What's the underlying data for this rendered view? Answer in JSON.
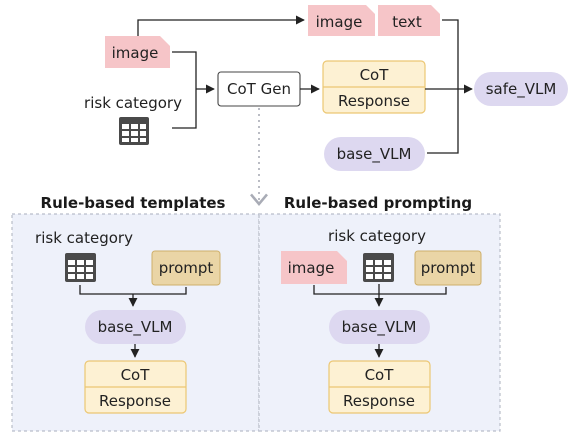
{
  "top": {
    "image_label": "image",
    "risk_category_label": "risk category",
    "cot_gen_label": "CoT Gen",
    "cot_response_line1": "CoT",
    "cot_response_line2": "Response",
    "out_image_label": "image",
    "out_text_label": "text",
    "safe_vlm_label": "safe_VLM",
    "base_vlm_label": "base_VLM"
  },
  "left_panel": {
    "title": "Rule-based templates",
    "risk_category_label": "risk category",
    "prompt_label": "prompt",
    "base_vlm_label": "base_VLM",
    "cot_response_line1": "CoT",
    "cot_response_line2": "Response"
  },
  "right_panel": {
    "title": "Rule-based prompting",
    "risk_category_label": "risk category",
    "image_label": "image",
    "prompt_label": "prompt",
    "base_vlm_label": "base_VLM",
    "cot_response_line1": "CoT",
    "cot_response_line2": "Response"
  },
  "colors": {
    "image_pink": "#f6c5c8",
    "cot_yellow_fill": "#fdf1d3",
    "cot_yellow_stroke": "#ecc773",
    "vlm_purple": "#ddd8f0",
    "prompt_tan": "#ead5a6",
    "prompt_stroke": "#cfb06b",
    "panel_fill": "#eef1fa",
    "panel_border": "#b9bdc9",
    "table_icon": "#4a4a4a"
  }
}
